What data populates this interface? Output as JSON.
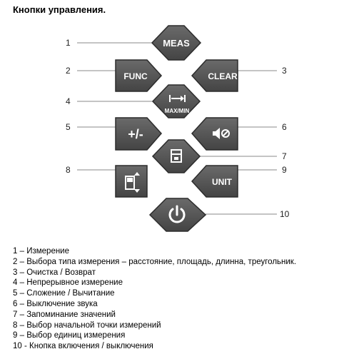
{
  "title": "Кнопки управления.",
  "buttons": {
    "meas": {
      "label": "MEAS"
    },
    "func": {
      "label": "FUNC"
    },
    "clear": {
      "label": "CLEAR"
    },
    "continuous": {
      "label": "MAX/MIN",
      "icon": "arrow-to-bar-icon"
    },
    "plusminus": {
      "label": "+/-"
    },
    "mute": {
      "icon": "speaker-mute-icon"
    },
    "memory": {
      "icon": "memory-icon"
    },
    "reference": {
      "icon": "reference-point-icon"
    },
    "unit": {
      "label": "UNIT"
    },
    "power": {
      "icon": "power-icon"
    }
  },
  "callouts": [
    "1",
    "2",
    "3",
    "4",
    "5",
    "6",
    "7",
    "8",
    "9",
    "10"
  ],
  "legend": [
    {
      "num": "1",
      "sep": " – ",
      "text": "Измерение"
    },
    {
      "num": "2",
      "sep": " – ",
      "text": "Выбора типа измерения – расстояние, площадь, длинна, треугольник."
    },
    {
      "num": "3",
      "sep": " – ",
      "text": "Очистка / Возврат"
    },
    {
      "num": "4",
      "sep": " – ",
      "text": "Непрерывное измерение"
    },
    {
      "num": "5",
      "sep": " – ",
      "text": "Сложение / Вычитание"
    },
    {
      "num": "6",
      "sep": " – ",
      "text": "Выключение звука"
    },
    {
      "num": "7",
      "sep": " – ",
      "text": "Запоминание значений"
    },
    {
      "num": "8",
      "sep": " – ",
      "text": "Выбор начальной точки измерений"
    },
    {
      "num": "9",
      "sep": " – ",
      "text": "Выбор единиц измерения"
    },
    {
      "num": "10",
      "sep": " - ",
      "text": "Кнопка включения / выключения"
    }
  ],
  "colors": {
    "button_fill": "#575757",
    "button_edge": "#2c2c2c",
    "line": "#8a8a8a",
    "text_light": "#ffffff"
  }
}
